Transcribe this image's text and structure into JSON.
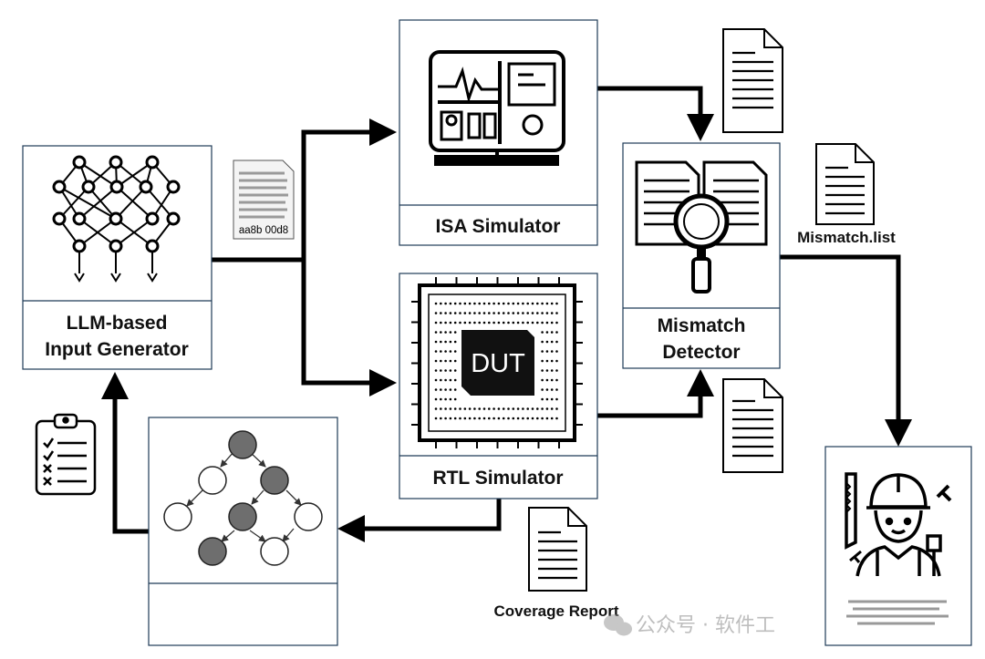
{
  "blocks": {
    "generator": {
      "label_line1": "LLM-based",
      "label_line2": "Input Generator"
    },
    "isa": {
      "label": "ISA Simulator"
    },
    "rtl": {
      "label": "RTL Simulator",
      "chip_label": "DUT"
    },
    "detector": {
      "label_line1": "Mismatch",
      "label_line2": "Detector"
    }
  },
  "documents": {
    "input_hex": "aa8b 00d8",
    "mismatch_list": "Mismatch.list",
    "coverage_report": "Coverage Report"
  },
  "watermark": {
    "text": "公众号 · 软件工"
  },
  "colors": {
    "arrow": "#000000",
    "box_border": "#1f3b57",
    "node_filled": "#6e6e6e"
  }
}
